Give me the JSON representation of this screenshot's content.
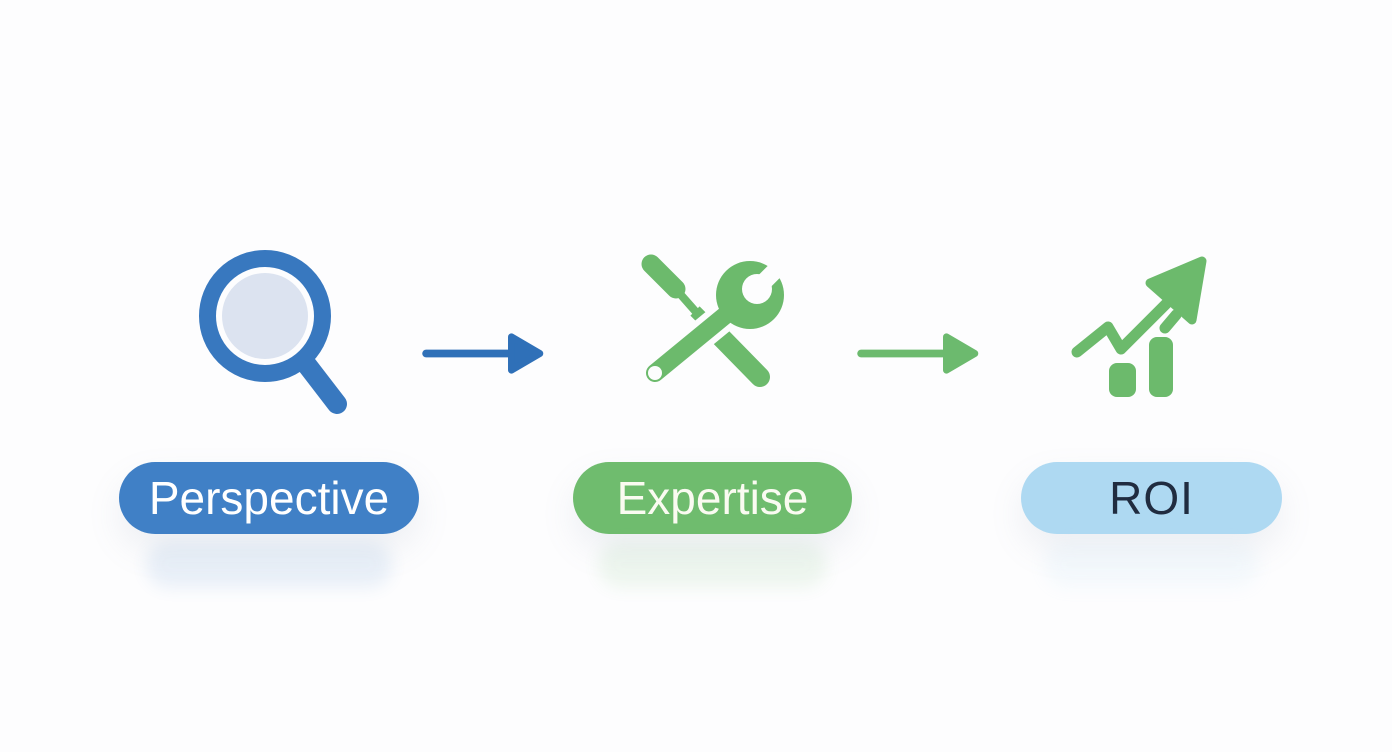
{
  "page": {
    "background_color": "#fdfdfe"
  },
  "diagram": {
    "description": "Three-step flow: Perspective leads to Expertise leads to ROI",
    "steps": [
      {
        "label": "Perspective",
        "icon": "magnifying-glass-icon",
        "icon_color": "#3878BF",
        "lens_color": "#DCE3F0",
        "pill_color": "#4080C6",
        "label_color": "#FFFFFF"
      },
      {
        "label": "Expertise",
        "icon": "crossed-screwdriver-wrench-icon",
        "icon_color": "#6CBA6C",
        "pill_color": "#6FBC6E",
        "label_color": "#FAFBF1"
      },
      {
        "label": "ROI",
        "icon": "growth-chart-arrow-icon",
        "icon_color": "#6CBA6C",
        "pill_color": "#AED9F2",
        "label_color": "#202C40"
      }
    ],
    "connectors": [
      {
        "from": "Perspective",
        "to": "Expertise",
        "shape": "right-arrow",
        "color": "#2F70B8"
      },
      {
        "from": "Expertise",
        "to": "ROI",
        "shape": "right-arrow",
        "color": "#6CBA6E"
      }
    ]
  }
}
